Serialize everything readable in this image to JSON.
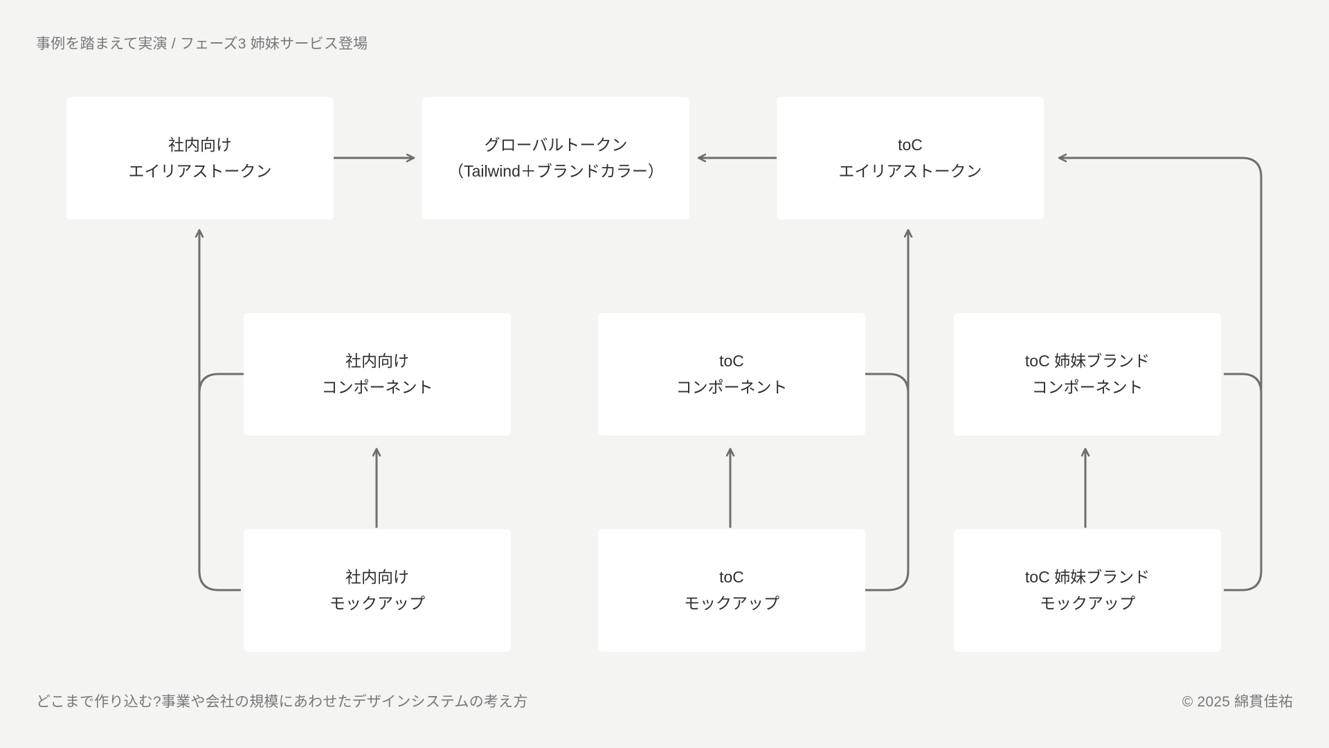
{
  "slide": {
    "header": "事例を踏まえて実演 / フェーズ3 姉妹サービス登場",
    "footer_left": "どこまで作り込む?事業や会社の規模にあわせたデザインシステムの考え方",
    "footer_right": "© 2025 綿貫佳祐",
    "background_color": "#f4f4f3",
    "node_color": "#ffffff",
    "connector_color": "#6e6e6e",
    "text_color": "#2f2f2f",
    "muted_text_color": "#77787a"
  },
  "diagram": {
    "nodes": [
      {
        "id": "internal-alias-token",
        "line1": "社内向け",
        "line2": "エイリアストークン"
      },
      {
        "id": "global-token",
        "line1": "グローバルトークン",
        "line2": "（Tailwind＋ブランドカラー）"
      },
      {
        "id": "toc-alias-token",
        "line1": "toC",
        "line2": "エイリアストークン"
      },
      {
        "id": "internal-component",
        "line1": "社内向け",
        "line2": "コンポーネント"
      },
      {
        "id": "toc-component",
        "line1": "toC",
        "line2": "コンポーネント"
      },
      {
        "id": "toc-sister-component",
        "line1": "toC 姉妹ブランド",
        "line2": "コンポーネント"
      },
      {
        "id": "internal-mockup",
        "line1": "社内向け",
        "line2": "モックアップ"
      },
      {
        "id": "toc-mockup",
        "line1": "toC",
        "line2": "モックアップ"
      },
      {
        "id": "toc-sister-mockup",
        "line1": "toC 姉妹ブランド",
        "line2": "モックアップ"
      }
    ],
    "edges": [
      {
        "id": "internal-alias-to-global",
        "from": "internal-alias-token",
        "to": "global-token",
        "direction": "right"
      },
      {
        "id": "toc-alias-to-global",
        "from": "toc-alias-token",
        "to": "global-token",
        "direction": "left"
      },
      {
        "id": "internal-component-to-alias",
        "from": "internal-component",
        "to": "internal-alias-token",
        "direction": "up"
      },
      {
        "id": "internal-mockup-to-alias",
        "from": "internal-mockup",
        "to": "internal-alias-token",
        "direction": "up"
      },
      {
        "id": "internal-mockup-to-component",
        "from": "internal-mockup",
        "to": "internal-component",
        "direction": "up"
      },
      {
        "id": "toc-component-to-alias",
        "from": "toc-component",
        "to": "toc-alias-token",
        "direction": "up"
      },
      {
        "id": "toc-mockup-to-alias",
        "from": "toc-mockup",
        "to": "toc-alias-token",
        "direction": "up"
      },
      {
        "id": "toc-mockup-to-component",
        "from": "toc-mockup",
        "to": "toc-component",
        "direction": "up"
      },
      {
        "id": "toc-sister-component-to-alias",
        "from": "toc-sister-component",
        "to": "toc-alias-token",
        "direction": "up"
      },
      {
        "id": "toc-sister-mockup-to-alias",
        "from": "toc-sister-mockup",
        "to": "toc-alias-token",
        "direction": "up"
      },
      {
        "id": "toc-sister-mockup-to-component",
        "from": "toc-sister-mockup",
        "to": "toc-sister-component",
        "direction": "up"
      }
    ]
  }
}
